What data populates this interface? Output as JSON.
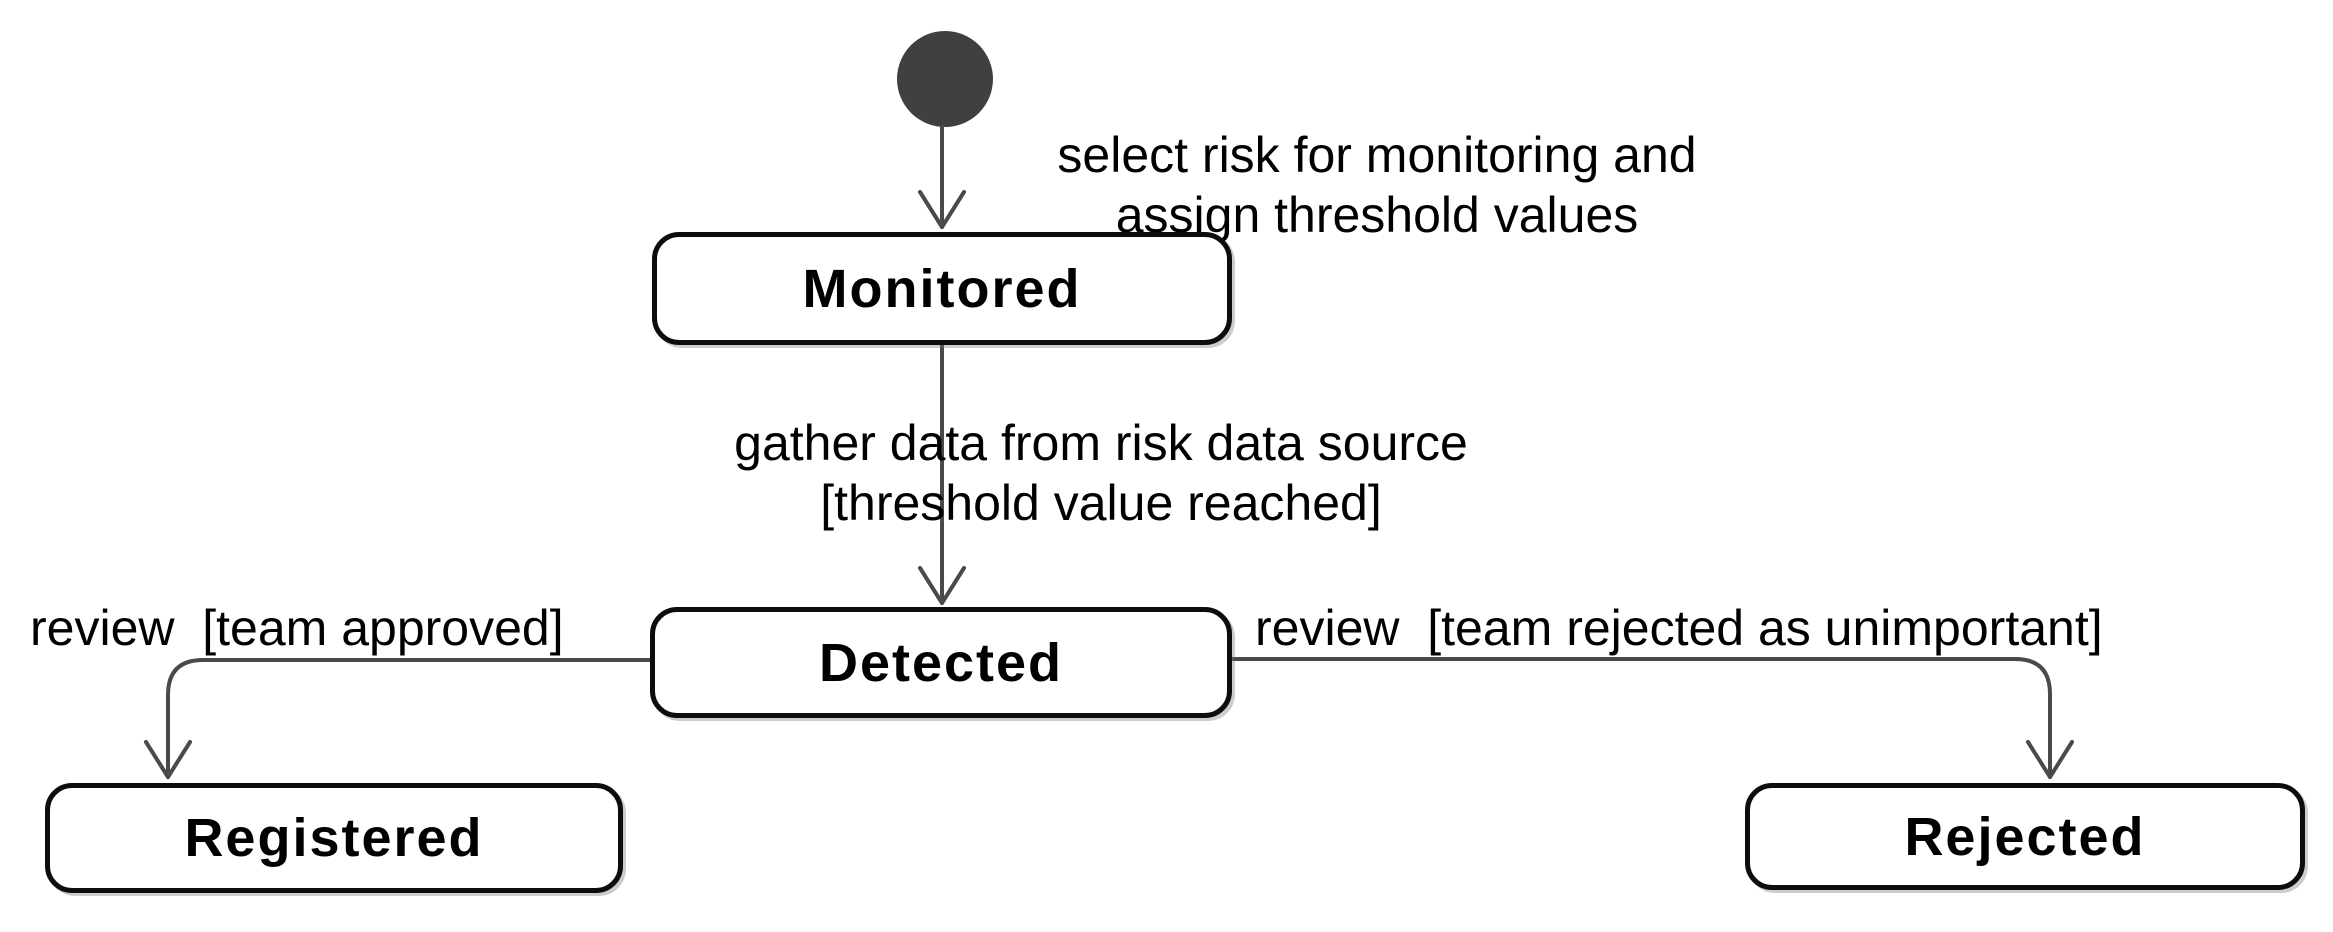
{
  "diagram": {
    "kind": "uml-state-diagram",
    "subject": "risk monitoring lifecycle",
    "colors": {
      "background": "#ffffff",
      "state_fill": "#ffffff",
      "state_border": "#0d0d0d",
      "transition_line": "#4a4a4a",
      "initial_state_fill": "#404040",
      "text": "#000000"
    },
    "initial_state": {
      "name": "initial-state"
    },
    "states": [
      {
        "id": "monitored",
        "label": "Monitored"
      },
      {
        "id": "detected",
        "label": "Detected"
      },
      {
        "id": "registered",
        "label": "Registered"
      },
      {
        "id": "rejected",
        "label": "Rejected"
      }
    ],
    "transitions": [
      {
        "from": "initial",
        "to": "monitored",
        "label_line1": "select risk for monitoring and",
        "label_line2": "assign threshold values"
      },
      {
        "from": "monitored",
        "to": "detected",
        "label_line1": "gather data from risk data source",
        "label_line2": "[threshold value reached]"
      },
      {
        "from": "detected",
        "to": "registered",
        "label": "review  [team approved]"
      },
      {
        "from": "detected",
        "to": "rejected",
        "label": "review  [team rejected as unimportant]"
      }
    ]
  }
}
